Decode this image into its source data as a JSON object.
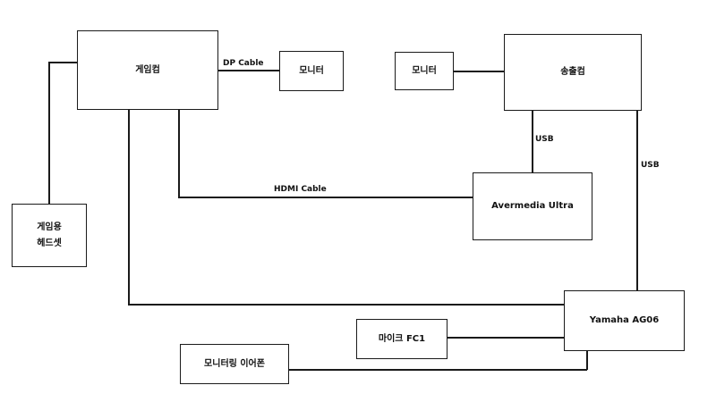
{
  "nodes": {
    "gaming_pc": "게임컴",
    "monitor_gaming": "모니터",
    "monitor_stream": "모니터",
    "streaming_pc": "송출컴",
    "headset_line1": "게임용",
    "headset_line2": "헤드셋",
    "avermedia": "Avermedia Ultra",
    "yamaha": "Yamaha AG06",
    "mic": "마이크 FC1",
    "earphone": "모니터링 이어폰"
  },
  "edges": {
    "dp_cable": "DP Cable",
    "hdmi_cable": "HDMI Cable",
    "usb_avermedia": "USB",
    "usb_yamaha": "USB"
  }
}
